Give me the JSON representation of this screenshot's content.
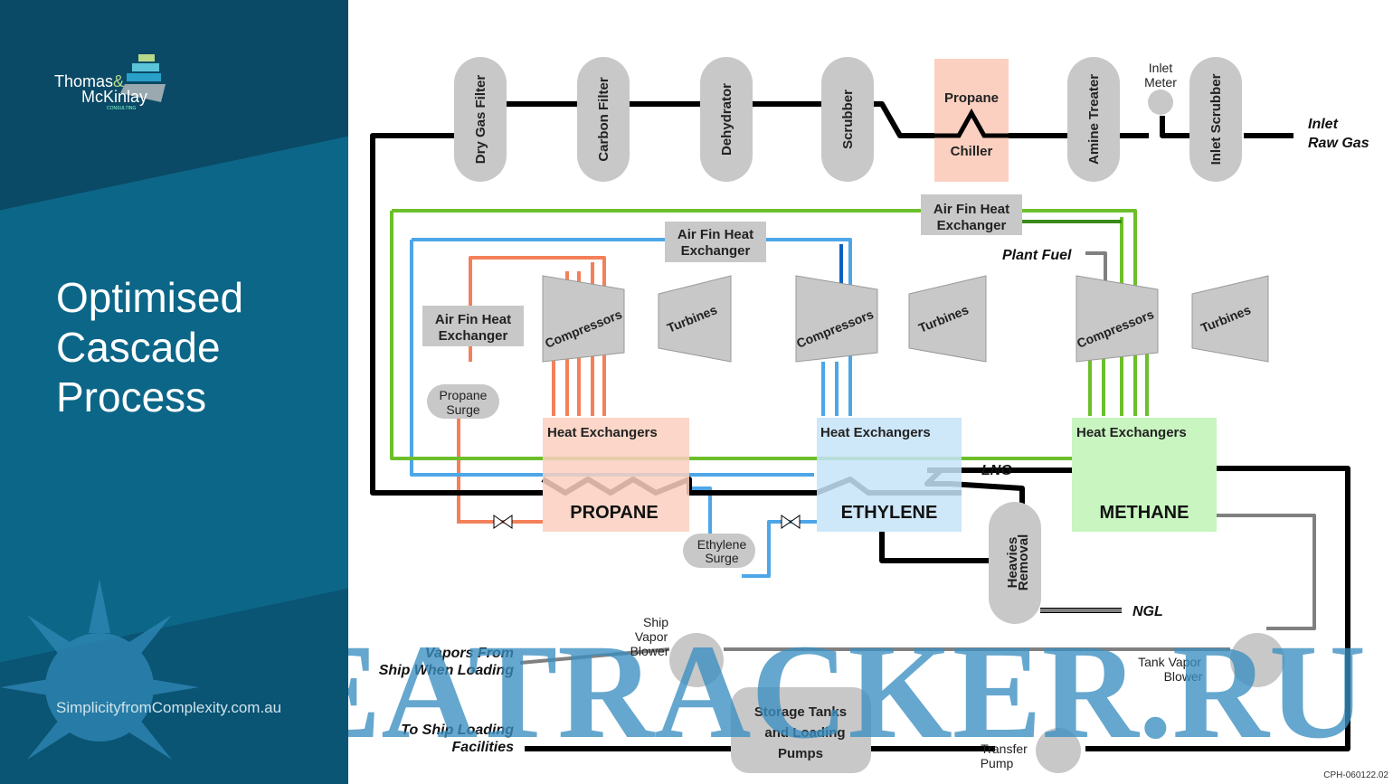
{
  "sidebar": {
    "logo_text": "Thomas& McKinlay CONSULTING",
    "title_lines": [
      "Optimised",
      "Cascade",
      "Process"
    ],
    "website": "SimplicityfromComplexity.com.au"
  },
  "diagram": {
    "top_units": [
      "Dry Gas Filter",
      "Carbon Filter",
      "Dehydrator",
      "Scrubber",
      "Amine Treater",
      "Inlet Scrubber"
    ],
    "propane_chiller": [
      "Propane",
      "Chiller"
    ],
    "inlet_meter": [
      "Inlet",
      "Meter"
    ],
    "inlet_raw_gas": [
      "Inlet",
      "Raw Gas"
    ],
    "air_fin": [
      "Air Fin Heat",
      "Exchanger"
    ],
    "plant_fuel": "Plant Fuel",
    "compressors": "Compressors",
    "turbines": "Turbines",
    "heat_exchangers": "Heat Exchangers",
    "propane": "PROPANE",
    "ethylene": "ETHYLENE",
    "methane": "METHANE",
    "propane_surge": [
      "Propane",
      "Surge"
    ],
    "ethylene_surge": [
      "Ethylene",
      "Surge"
    ],
    "lng": "LNG",
    "ngl": "NGL",
    "heavies_removal": [
      "Heavies",
      "Removal"
    ],
    "ship_vapor_blower": [
      "Ship",
      "Vapor",
      "Blower"
    ],
    "vapors_from_ship": [
      "Vapors From",
      "Ship When Loading"
    ],
    "to_ship_loading": [
      "To Ship Loading",
      "Facilities"
    ],
    "storage_tanks": [
      "Storage Tanks",
      "and Loading",
      "Pumps"
    ],
    "tank_vapor_blower": [
      "Tank Vapor",
      "Blower"
    ],
    "transfer_pump": [
      "Transfer",
      "Pump"
    ],
    "code": "CPH-060122.02",
    "colors": {
      "propane": "#f4805a",
      "ethylene": "#4da6e8",
      "methane": "#6cbf2a",
      "gas": "#000000",
      "vapor": "#808080"
    }
  },
  "watermark": "SEATRACKER.RU"
}
